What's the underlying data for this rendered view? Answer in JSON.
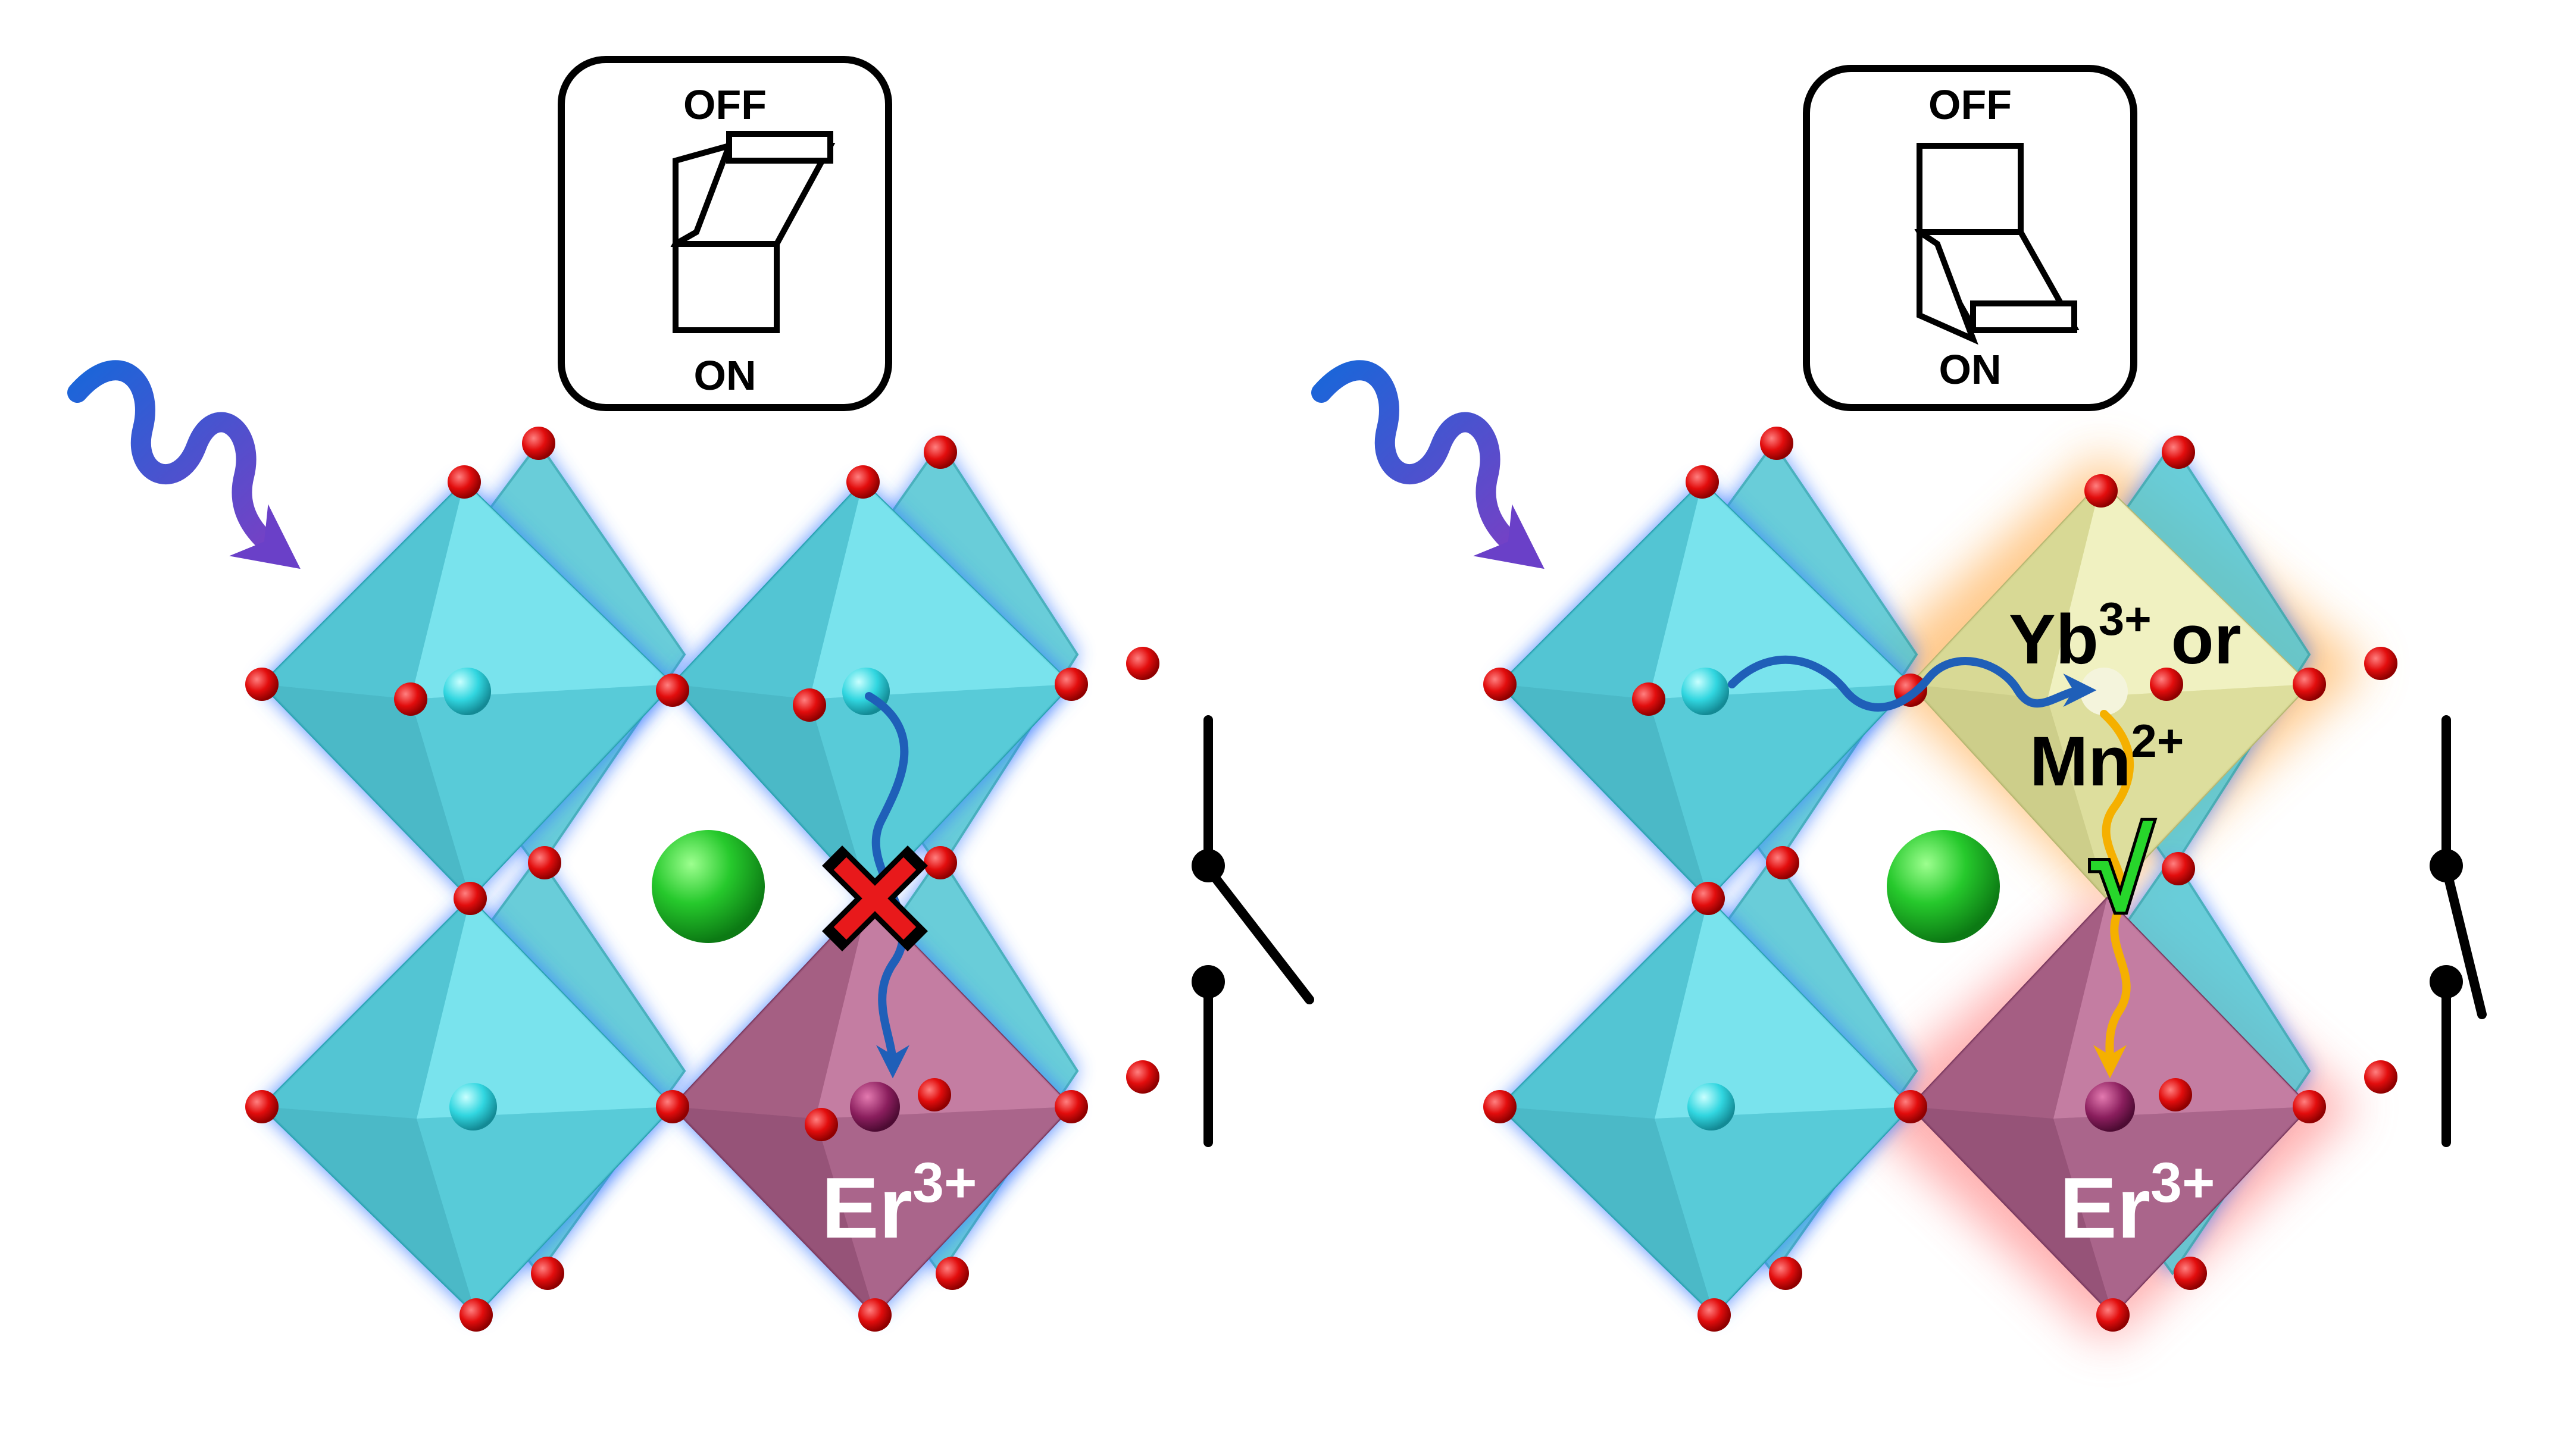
{
  "left_panel": {
    "switch_icon": {
      "off_label": "OFF",
      "on_label": "ON",
      "state": "off"
    },
    "er_label": {
      "base": "Er",
      "sup": "3+"
    },
    "transfer": "blocked",
    "circuit": "open"
  },
  "right_panel": {
    "switch_icon": {
      "off_label": "OFF",
      "on_label": "ON",
      "state": "on"
    },
    "dopant_label_1": {
      "base": "Yb",
      "sup": "3+",
      "tail": " or"
    },
    "dopant_label_2": {
      "base": "Mn",
      "sup": "2+"
    },
    "check_mark": "√",
    "er_label": {
      "base": "Er",
      "sup": "3+"
    },
    "transfer": "allowed",
    "circuit": "closed"
  },
  "colors": {
    "octahedron_cyan": "#5fd3e0",
    "octahedron_er": "#b7678f",
    "octahedron_dopant": "#e7e7a8",
    "oxygen": "#e30b0b",
    "a_site": "#22c52a",
    "arrow_blue": "#1f5fb8",
    "arrow_yellow": "#f5b000",
    "cross_red": "#e8191b",
    "check_green": "#27d62b"
  }
}
